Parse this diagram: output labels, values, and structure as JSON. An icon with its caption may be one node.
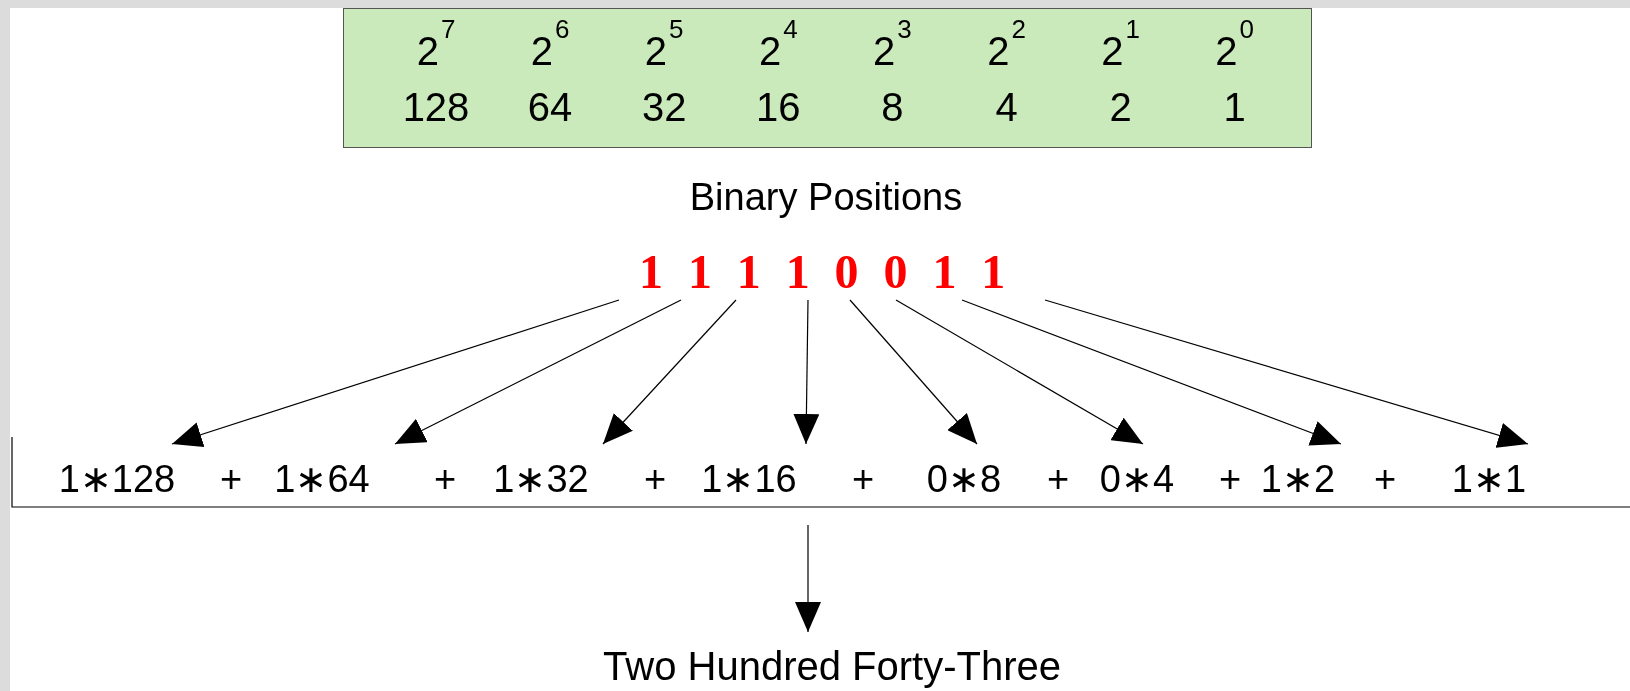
{
  "diagram": {
    "nodes": [
      {
        "text": [
          "2$^{7}$",
          "2$^{6}$",
          "2$^{5}$",
          "2$^{4}$",
          "2$^{3}$",
          "2$^{2}$",
          "2$^{1}$",
          "2$^{0}$",
          "128",
          "64",
          "32",
          "16",
          "8",
          "4",
          "2",
          "1"
        ],
        "beside": [
          "Binary Positions"
        ]
      },
      {
        "text": [
          "1"
        ]
      },
      {
        "text": [
          "1"
        ]
      },
      {
        "text": [
          "1"
        ]
      },
      {
        "text": [
          "1"
        ]
      },
      {
        "text": [
          "0"
        ]
      },
      {
        "text": [
          "0"
        ]
      },
      {
        "text": [
          "1"
        ]
      },
      {
        "text": [
          "1"
        ]
      },
      {
        "text": [
          "1∗128"
        ]
      },
      {
        "text": [
          "1∗64"
        ]
      },
      {
        "text": [
          "1∗32"
        ]
      },
      {
        "text": [
          "1∗16"
        ]
      },
      {
        "text": [
          "0∗8"
        ]
      },
      {
        "text": [
          "0∗4"
        ]
      },
      {
        "text": [
          "1∗2"
        ]
      },
      {
        "text": [
          "1∗1"
        ]
      },
      {
        "text": [
          "Two Hundred Forty-Three"
        ]
      }
    ],
    "edges": [
      {
        "from": 1,
        "to": 9,
        "arrow": "to"
      },
      {
        "from": 2,
        "to": 10,
        "arrow": "to"
      },
      {
        "from": 3,
        "to": 11,
        "arrow": "to"
      },
      {
        "from": 4,
        "to": 12,
        "arrow": "to"
      },
      {
        "from": 5,
        "to": 13,
        "arrow": "to"
      },
      {
        "from": 6,
        "to": 14,
        "arrow": "to"
      },
      {
        "from": 7,
        "to": 15,
        "arrow": "to"
      },
      {
        "from": 8,
        "to": 16,
        "arrow": "to"
      },
      {
        "from": 12,
        "to": 17,
        "arrow": "to"
      }
    ],
    "labels": [
      "+",
      "+",
      "+",
      "+",
      "+",
      "+",
      "+"
    ]
  }
}
